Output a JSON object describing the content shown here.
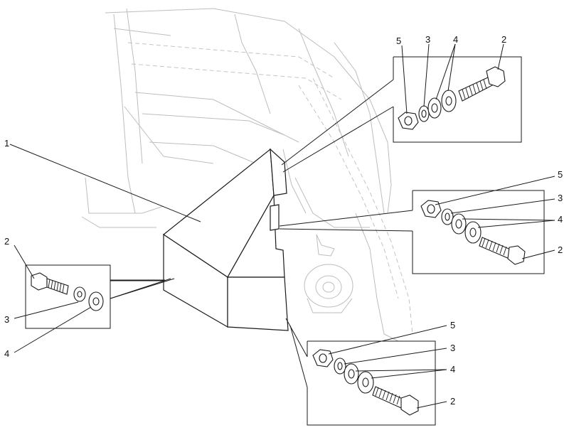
{
  "callouts": {
    "main_part": "1",
    "left_group": {
      "bolt": "2",
      "lock_washer": "3",
      "flat_washer": "4",
      "leader_4": "4"
    },
    "top_group": {
      "nut": "5",
      "lock_washer": "3",
      "flat_washers": "4",
      "bolt": "2"
    },
    "right_group": {
      "nut": "5",
      "lock_washer": "3",
      "flat_washers": "4",
      "bolt": "2"
    },
    "bottom_group": {
      "nut": "5",
      "lock_washer": "3",
      "flat_washers": "4",
      "bolt": "2"
    }
  }
}
